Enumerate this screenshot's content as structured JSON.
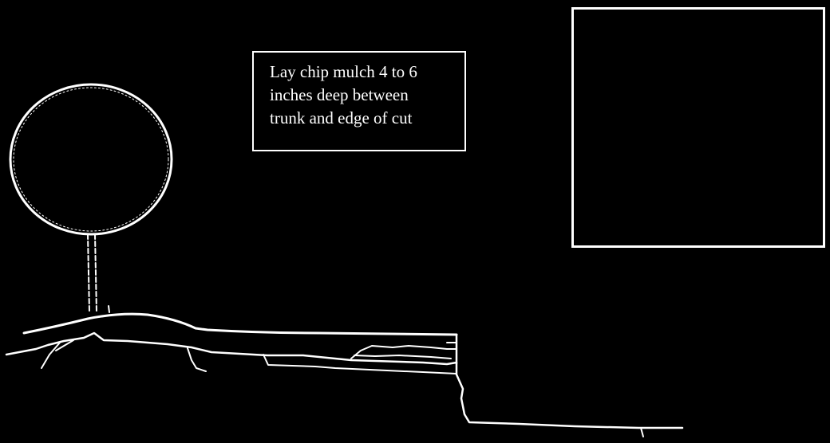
{
  "colors": {
    "background": "#000000",
    "stroke": "#ffffff"
  },
  "callout": {
    "lines": [
      "Lay chip mulch 4 to 6",
      "inches deep between",
      "trunk and edge of cut"
    ]
  }
}
